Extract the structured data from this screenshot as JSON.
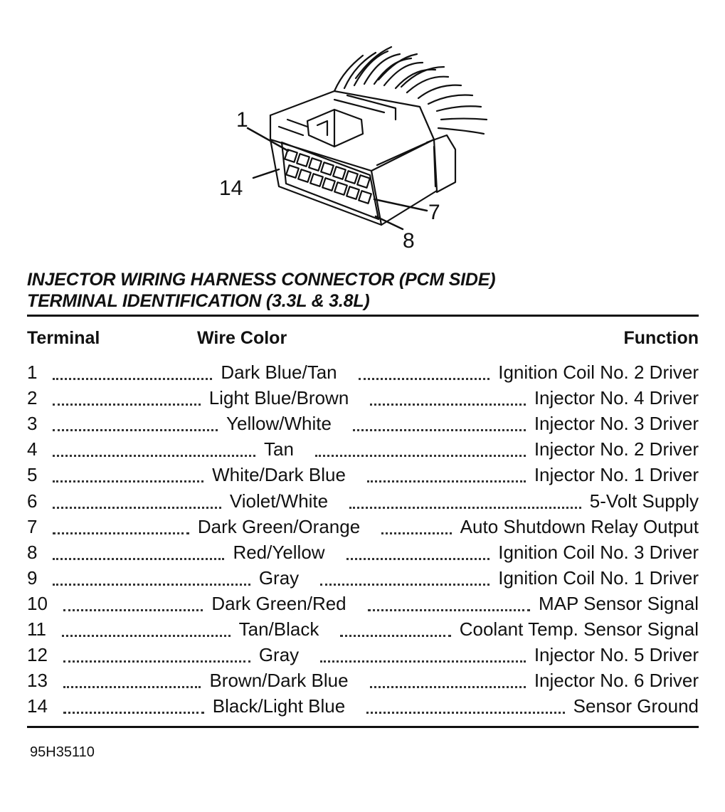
{
  "diagram": {
    "callouts": [
      "1",
      "14",
      "7",
      "8"
    ]
  },
  "title": {
    "line1": "INJECTOR WIRING HARNESS CONNECTOR (PCM SIDE)",
    "line2": "TERMINAL IDENTIFICATION (3.3L & 3.8L)"
  },
  "table": {
    "headers": {
      "terminal": "Terminal",
      "wire_color": "Wire Color",
      "function": "Function"
    },
    "rows": [
      {
        "terminal": "1",
        "wire_color": "Dark Blue/Tan",
        "function": "Ignition Coil No. 2 Driver"
      },
      {
        "terminal": "2",
        "wire_color": "Light Blue/Brown",
        "function": "Injector No. 4 Driver"
      },
      {
        "terminal": "3",
        "wire_color": "Yellow/White",
        "function": "Injector No. 3 Driver"
      },
      {
        "terminal": "4",
        "wire_color": "Tan",
        "function": "Injector No. 2 Driver"
      },
      {
        "terminal": "5",
        "wire_color": "White/Dark Blue",
        "function": "Injector No. 1 Driver"
      },
      {
        "terminal": "6",
        "wire_color": "Violet/White",
        "function": "5-Volt Supply"
      },
      {
        "terminal": "7",
        "wire_color": "Dark Green/Orange",
        "function": "Auto Shutdown Relay Output"
      },
      {
        "terminal": "8",
        "wire_color": "Red/Yellow",
        "function": "Ignition Coil No. 3 Driver"
      },
      {
        "terminal": "9",
        "wire_color": "Gray",
        "function": "Ignition Coil No. 1 Driver"
      },
      {
        "terminal": "10",
        "wire_color": "Dark Green/Red",
        "function": "MAP Sensor Signal"
      },
      {
        "terminal": "11",
        "wire_color": "Tan/Black",
        "function": "Coolant Temp. Sensor Signal"
      },
      {
        "terminal": "12",
        "wire_color": "Gray",
        "function": "Injector No. 5 Driver"
      },
      {
        "terminal": "13",
        "wire_color": "Brown/Dark Blue",
        "function": "Injector No. 6 Driver"
      },
      {
        "terminal": "14",
        "wire_color": "Black/Light Blue",
        "function": "Sensor Ground"
      }
    ]
  },
  "figure_code": "95H35110"
}
